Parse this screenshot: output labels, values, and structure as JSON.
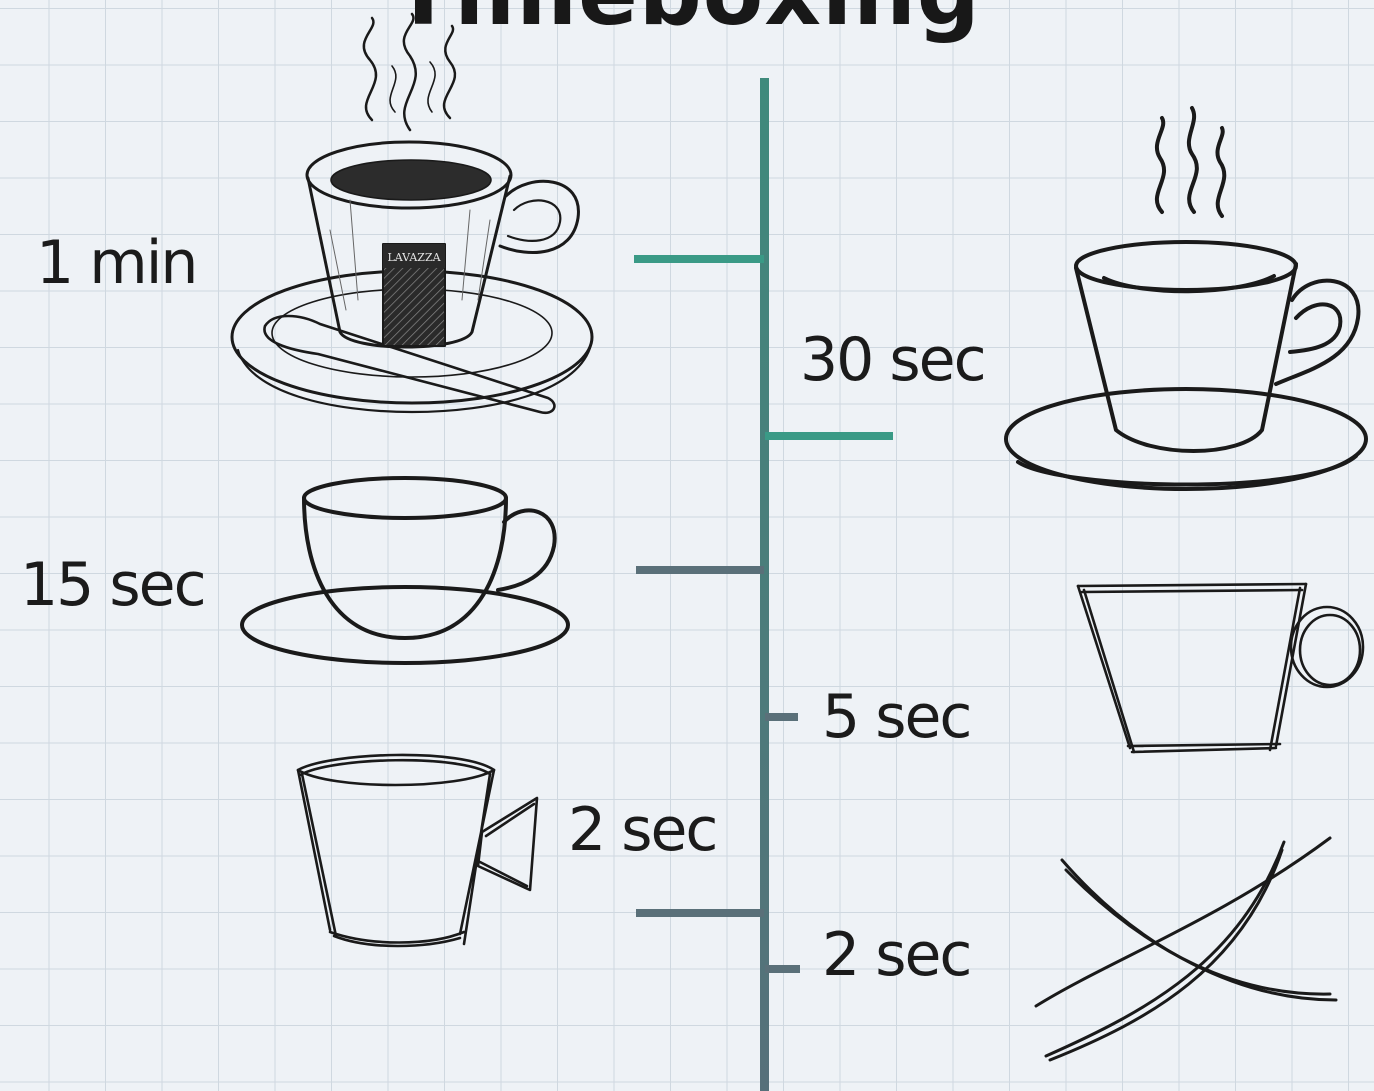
{
  "title": "Timeboxing",
  "labels": {
    "left": [
      "1 min",
      "15 sec",
      "2 sec"
    ],
    "right": [
      "30 sec",
      "5 sec",
      "2 sec"
    ]
  },
  "cup_brand": "LAVAZZA",
  "colors": {
    "timeline_top": "#3f8a7c",
    "timeline_bottom": "#56707a",
    "tick_green": "#3a9a86",
    "tick_slate": "#5a7079",
    "ink": "#1a1a1a"
  }
}
